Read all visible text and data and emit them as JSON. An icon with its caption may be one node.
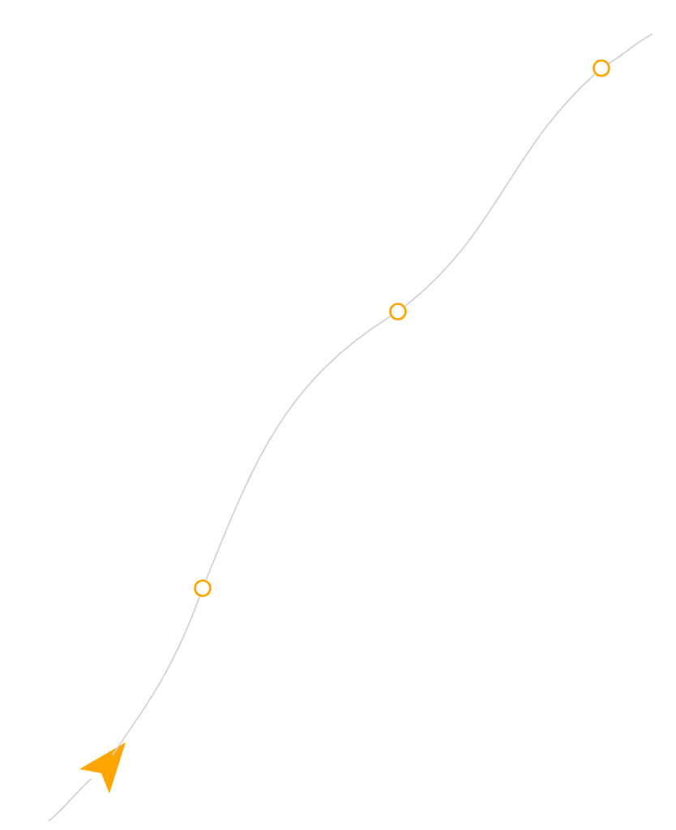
{
  "diagram": {
    "nodes": [
      {
        "text": [],
        "shape": "picture"
      },
      {
        "text": [],
        "shape": "circle"
      },
      {
        "text": [],
        "shape": "circle"
      },
      {
        "text": [],
        "shape": "circle"
      }
    ],
    "edges": [
      {
        "from": null,
        "to": 0,
        "arrow": "none"
      },
      {
        "from": 0,
        "to": 1,
        "arrow": "none"
      },
      {
        "from": 1,
        "to": 2,
        "arrow": "none"
      },
      {
        "from": 2,
        "to": 3,
        "arrow": "none"
      },
      {
        "from": 3,
        "to": null,
        "arrow": "none"
      }
    ]
  }
}
